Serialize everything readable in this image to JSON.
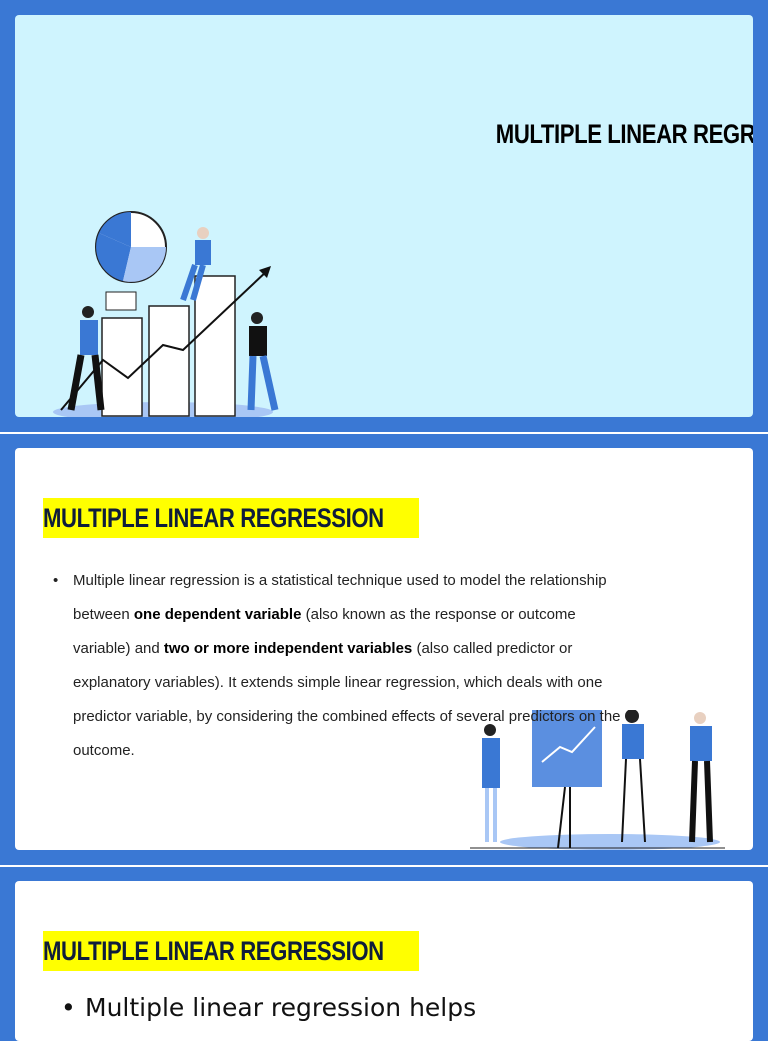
{
  "slides": [
    {
      "title": "MULTIPLE LINEAR REGRESSION"
    },
    {
      "title": "MULTIPLE LINEAR REGRESSION",
      "bullet": {
        "part1": "Multiple linear regression is a statistical technique used to model the relationship between ",
        "bold1": "one dependent variable",
        "part2": " (also known as the response or outcome variable) and ",
        "bold2": "two or more independent variables",
        "part3": " (also called predictor or explanatory variables). It extends simple linear regression, which deals with one predictor variable, by considering the combined effects of several predictors on the outcome."
      }
    },
    {
      "title": "MULTIPLE LINEAR REGRESSION",
      "bullet": "Multiple linear regression helps"
    }
  ],
  "colors": {
    "background": "#3a78d4",
    "slide1_bg": "#cff4fe",
    "highlight": "#ffff00",
    "title": "#0f1d3b"
  }
}
